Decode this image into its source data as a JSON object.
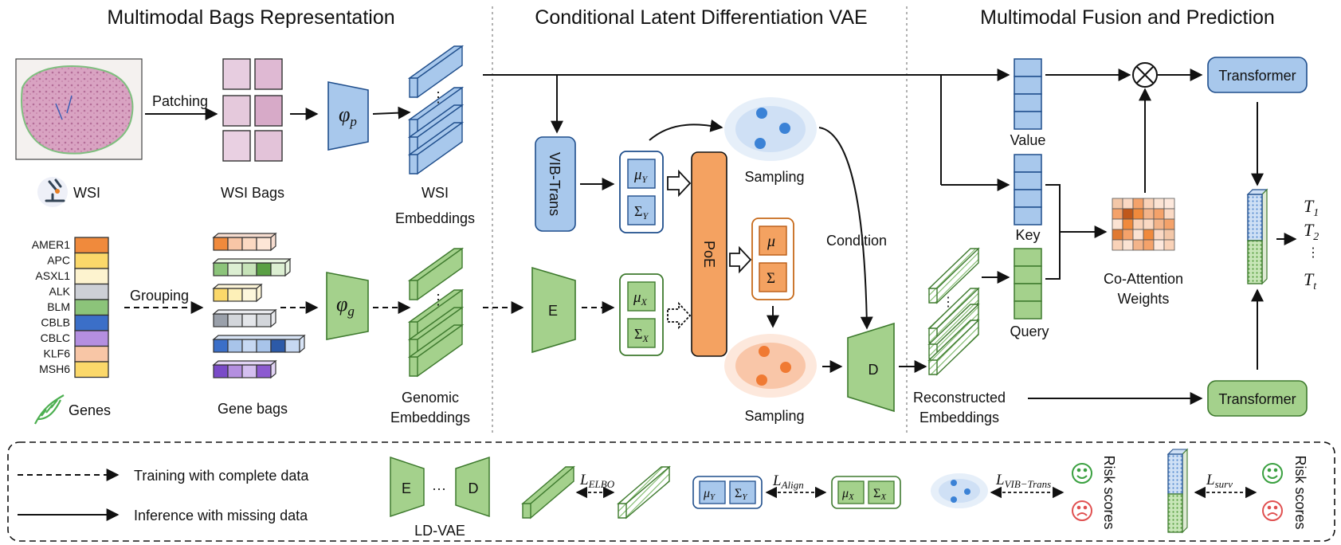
{
  "sections": {
    "bags_title": "Multimodal Bags Representation",
    "vae_title": "Conditional Latent Differentiation VAE",
    "fusion_title": "Multimodal Fusion and Prediction"
  },
  "labels": {
    "patching": "Patching",
    "grouping": "Grouping",
    "wsi": "WSI",
    "wsi_bags": "WSI Bags",
    "wsi_emb_1": "WSI",
    "wsi_emb_2": "Embeddings",
    "genes": "Genes",
    "gene_bags": "Gene bags",
    "gen_emb_1": "Genomic",
    "gen_emb_2": "Embeddings",
    "vib_trans": "VIB-Trans",
    "poe": "PoE",
    "encoder": "E",
    "decoder": "D",
    "sampling_top": "Sampling",
    "sampling_bottom": "Sampling",
    "condition": "Condition",
    "value": "Value",
    "key": "Key",
    "query": "Query",
    "co_attn_1": "Co-Attention",
    "co_attn_2": "Weights",
    "recon_1": "Reconstructed",
    "recon_2": "Embeddings",
    "transformer_top": "Transformer",
    "transformer_bottom": "Transformer",
    "phi": "φ",
    "phi_p_sub": "p",
    "phi_g_sub": "g",
    "mu": "μ",
    "sigma": "Σ",
    "sub_y": "Y",
    "sub_x": "X",
    "t": "T",
    "t1_sub": "1",
    "t2_sub": "2",
    "tt_sub": "t",
    "vdots": "⋮"
  },
  "genes": [
    "AMER1",
    "APC",
    "ASXL1",
    "ALK",
    "BLM",
    "CBLB",
    "CBLC",
    "KLF6",
    "MSH6"
  ],
  "gene_colors": [
    "#f08a3c",
    "#fbd86a",
    "#fdf3cf",
    "#cdd0d6",
    "#8cc47a",
    "#3b6fc8",
    "#b48fe0",
    "#f8c6a6",
    "#fbd86a"
  ],
  "legend": {
    "dashed": "Training with complete data",
    "solid": "Inference with missing data",
    "ldvae": "LD-VAE",
    "ellipsis": "···",
    "l": "L",
    "elbo_sub": "ELBO",
    "align_sub": "Align",
    "vib_sub": "VIB−Trans",
    "surv_sub": "surv",
    "risk_1": "Risk scores",
    "risk_2": "Risk scores"
  },
  "colors": {
    "blue_fill": "#a8c8ec",
    "blue_stroke": "#1f4e8c",
    "green_fill": "#a4d18c",
    "green_stroke": "#3e7a2e",
    "orange_fill": "#f4a261",
    "orange_stroke": "#b85a14",
    "happy": "#3aa040",
    "sad": "#e05050"
  }
}
